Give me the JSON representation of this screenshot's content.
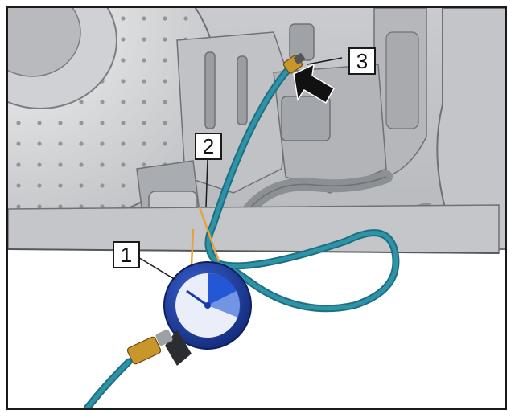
{
  "callouts": [
    {
      "label": "1"
    },
    {
      "label": "2"
    },
    {
      "label": "3"
    }
  ],
  "colors": {
    "background": "#d9dadc",
    "hose": "#2f93a8",
    "gauge_ring": "#1f3fa0",
    "gauge_face": "#e9eef8",
    "gauge_needle_zone": "#2457d6",
    "brass_fitting": "#c8962a",
    "cable_marker": "#e8a23a",
    "arrow": "#111111"
  }
}
